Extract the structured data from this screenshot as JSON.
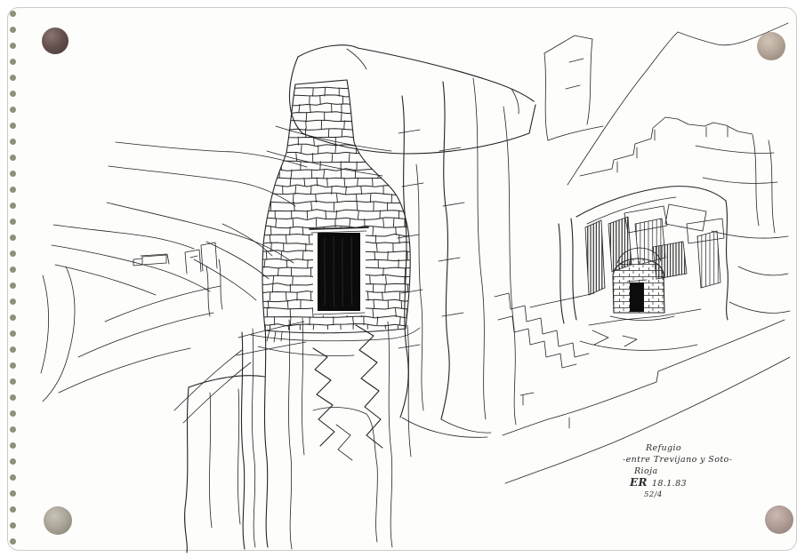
{
  "caption": {
    "title": "Refugio",
    "subtitle": "-entre Trevijano y Soto-",
    "region": "Rioja",
    "monogram": "ER",
    "date": "18.1.83",
    "page_ref": "52/4"
  },
  "binding": {
    "hole_count": 34
  },
  "colors": {
    "ink": "#242424",
    "paper": "#fdfdfc",
    "page_border": "#cccbc8",
    "binding_hole": "#8b9276",
    "stone_top_left": "#5f4c49",
    "stone_top_right": "#b1a496",
    "stone_bottom_left": "#a6a094",
    "stone_bottom_right": "#b09e97"
  },
  "sketch": {
    "subject": "Pen-and-ink sketch of a dry-stone refuge hut with a dark doorway among rocky cliffs, with a second ruined hut in a cliff alcove"
  }
}
